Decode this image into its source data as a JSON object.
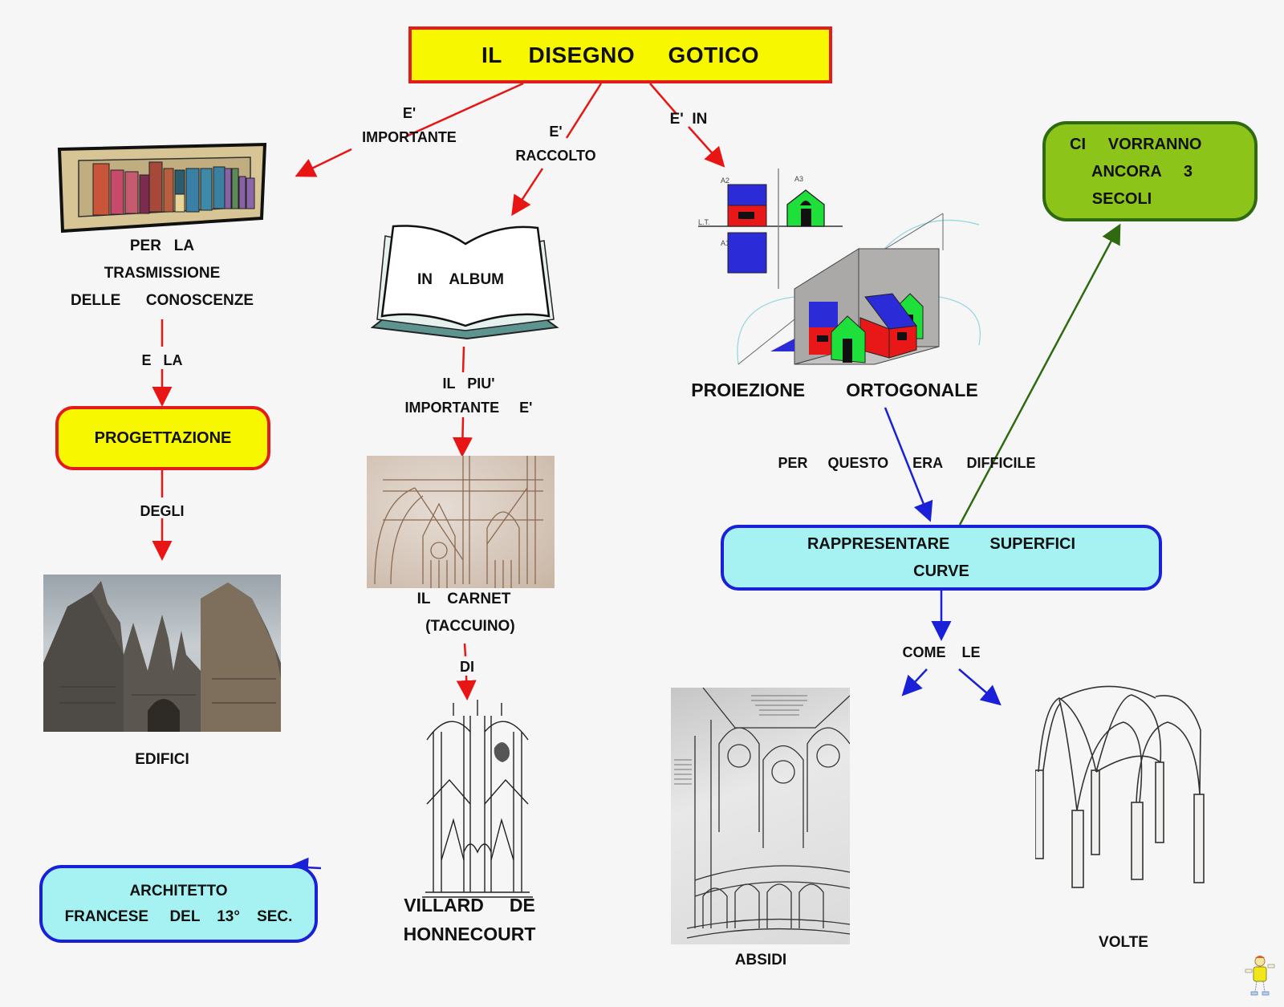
{
  "title": "IL    DISEGNO     GOTICO",
  "colors": {
    "background": "#f6f6f6",
    "yellow_node": "#f7f700",
    "red_border": "#e21b1b",
    "cyan_node": "#a6f2f2",
    "blue_border": "#1a20d8",
    "green_node": "#8cc41a",
    "green_border": "#2f6a10"
  },
  "links": {
    "e_importante": "E'\nIMPORTANTE",
    "e_raccolto": "E'\nRACCOLTO",
    "e_in": "E'  IN",
    "e_la": "E   LA",
    "degli": "DEGLI",
    "il_piu_importante": "IL   PIU'\nIMPORTANTE     E'",
    "di": "DI",
    "per_questo": "PER     QUESTO      ERA      DIFFICILE",
    "come_le": "COME    LE"
  },
  "nodes": {
    "trasmissione": "PER   LA\nTRASMISSIONE\nDELLE      CONOSCENZE",
    "progettazione": "PROGETTAZIONE",
    "edifici": "EDIFICI",
    "album": "IN    ALBUM",
    "carnet": "IL    CARNET\n   (TACCUINO)",
    "villard": "VILLARD     DE\nHONNECOURT",
    "architetto": "ARCHITETTO\nFRANCESE     DEL    13°    SEC.",
    "proiezione": "PROIEZIONE        ORTOGONALE",
    "secoli": "CI     VORRANNO\n     ANCORA     3\n     SECOLI",
    "curve": "RAPPRESENTARE         SUPERFICI\nCURVE",
    "absidi": "ABSIDI",
    "volte": "VOLTE"
  },
  "images": {
    "bookshelf": "bookshelf-illustration",
    "open_book": "open-book-illustration",
    "projection": "orthogonal-projection-house-diagram",
    "cathedral": "gothic-cathedral-facade-photo",
    "carnet_sketch": "gothic-facade-sketch",
    "villard_drawing": "villard-tower-drawing",
    "apse_drawing": "apse-manuscript-drawing",
    "vault_drawing": "ribbed-vault-drawing",
    "mascot": "mascot-character"
  },
  "diagram_labels": {
    "a2": "A2",
    "a3": "A3",
    "a1": "A1",
    "lt": "L.T."
  }
}
